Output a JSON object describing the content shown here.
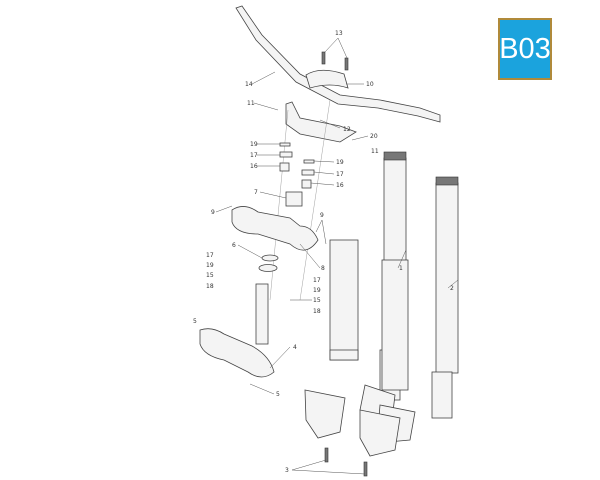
{
  "badge": {
    "label": "B03",
    "color": "#1ba3dd",
    "border_color": "#b08a3a"
  },
  "diagram": {
    "type": "exploded-parts-view",
    "callouts": [
      "13",
      "10",
      "14",
      "11",
      "12",
      "20",
      "19",
      "11",
      "17",
      "19",
      "16",
      "17",
      "16",
      "7",
      "9",
      "9",
      "6",
      "8",
      "17",
      "19",
      "15",
      "18",
      "17",
      "19",
      "15",
      "18",
      "5",
      "4",
      "5",
      "1",
      "2",
      "3"
    ]
  }
}
